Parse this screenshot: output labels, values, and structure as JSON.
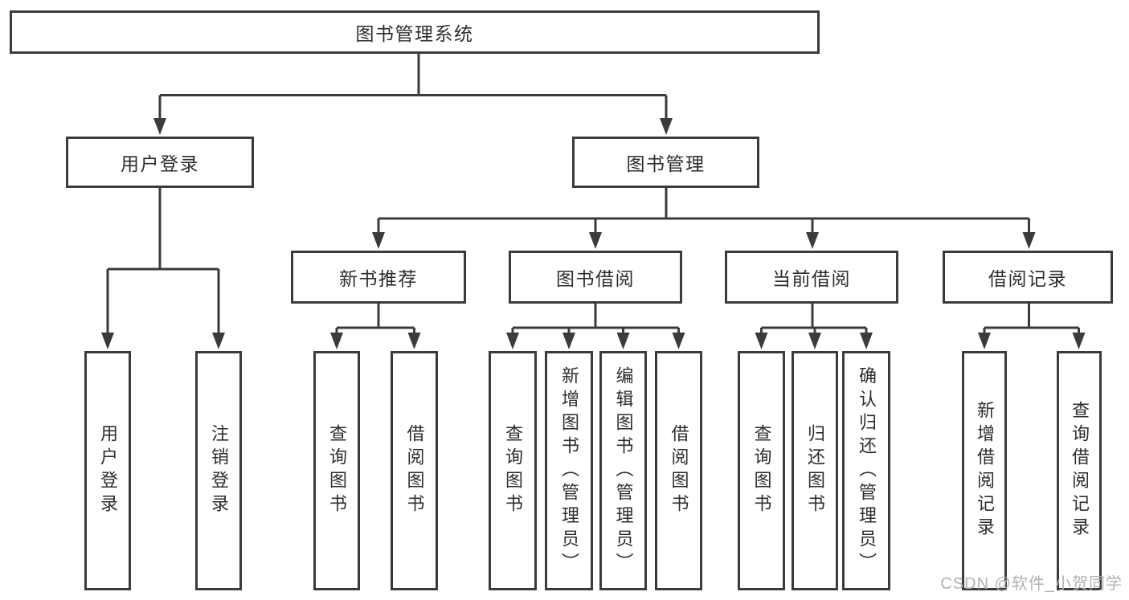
{
  "diagram": {
    "type": "tree-diagram",
    "title": "图书管理系统",
    "nodes": {
      "root": {
        "label": "图书管理系统"
      },
      "user_login": {
        "label": "用户登录"
      },
      "book_mgmt": {
        "label": "图书管理"
      },
      "new_book_rec": {
        "label": "新书推荐"
      },
      "book_borrow": {
        "label": "图书借阅"
      },
      "current_borrow": {
        "label": "当前借阅"
      },
      "borrow_records": {
        "label": "借阅记录"
      },
      "ul_user_login": {
        "label": "用户登录"
      },
      "ul_logout": {
        "label": "注销登录"
      },
      "nb_query_book": {
        "label": "查询图书"
      },
      "nb_borrow_book": {
        "label": "借阅图书"
      },
      "bb_query_book": {
        "label": "查询图书"
      },
      "bb_add_book": {
        "label": "新增图书（管理员）"
      },
      "bb_edit_book": {
        "label": "编辑图书（管理员）"
      },
      "bb_borrow_book": {
        "label": "借阅图书"
      },
      "cb_query_book": {
        "label": "查询图书"
      },
      "cb_return_book": {
        "label": "归还图书"
      },
      "cb_confirm_return": {
        "label": "确认归还（管理员）"
      },
      "br_add_record": {
        "label": "新增借阅记录"
      },
      "br_query_record": {
        "label": "查询借阅记录"
      }
    },
    "hierarchy": {
      "图书管理系统": [
        "用户登录",
        "图书管理"
      ],
      "用户登录": [
        "用户登录",
        "注销登录"
      ],
      "图书管理": [
        "新书推荐",
        "图书借阅",
        "当前借阅",
        "借阅记录"
      ],
      "新书推荐": [
        "查询图书",
        "借阅图书"
      ],
      "图书借阅": [
        "查询图书",
        "新增图书（管理员）",
        "编辑图书（管理员）",
        "借阅图书"
      ],
      "当前借阅": [
        "查询图书",
        "归还图书",
        "确认归还（管理员）"
      ],
      "借阅记录": [
        "新增借阅记录",
        "查询借阅记录"
      ]
    },
    "colors": {
      "line": "#3b3b3b",
      "text": "#2d2d2d",
      "background": "#ffffff",
      "watermark": "#b2b2b2"
    }
  },
  "watermark": {
    "text": "CSDN @软件_小贺同学"
  }
}
